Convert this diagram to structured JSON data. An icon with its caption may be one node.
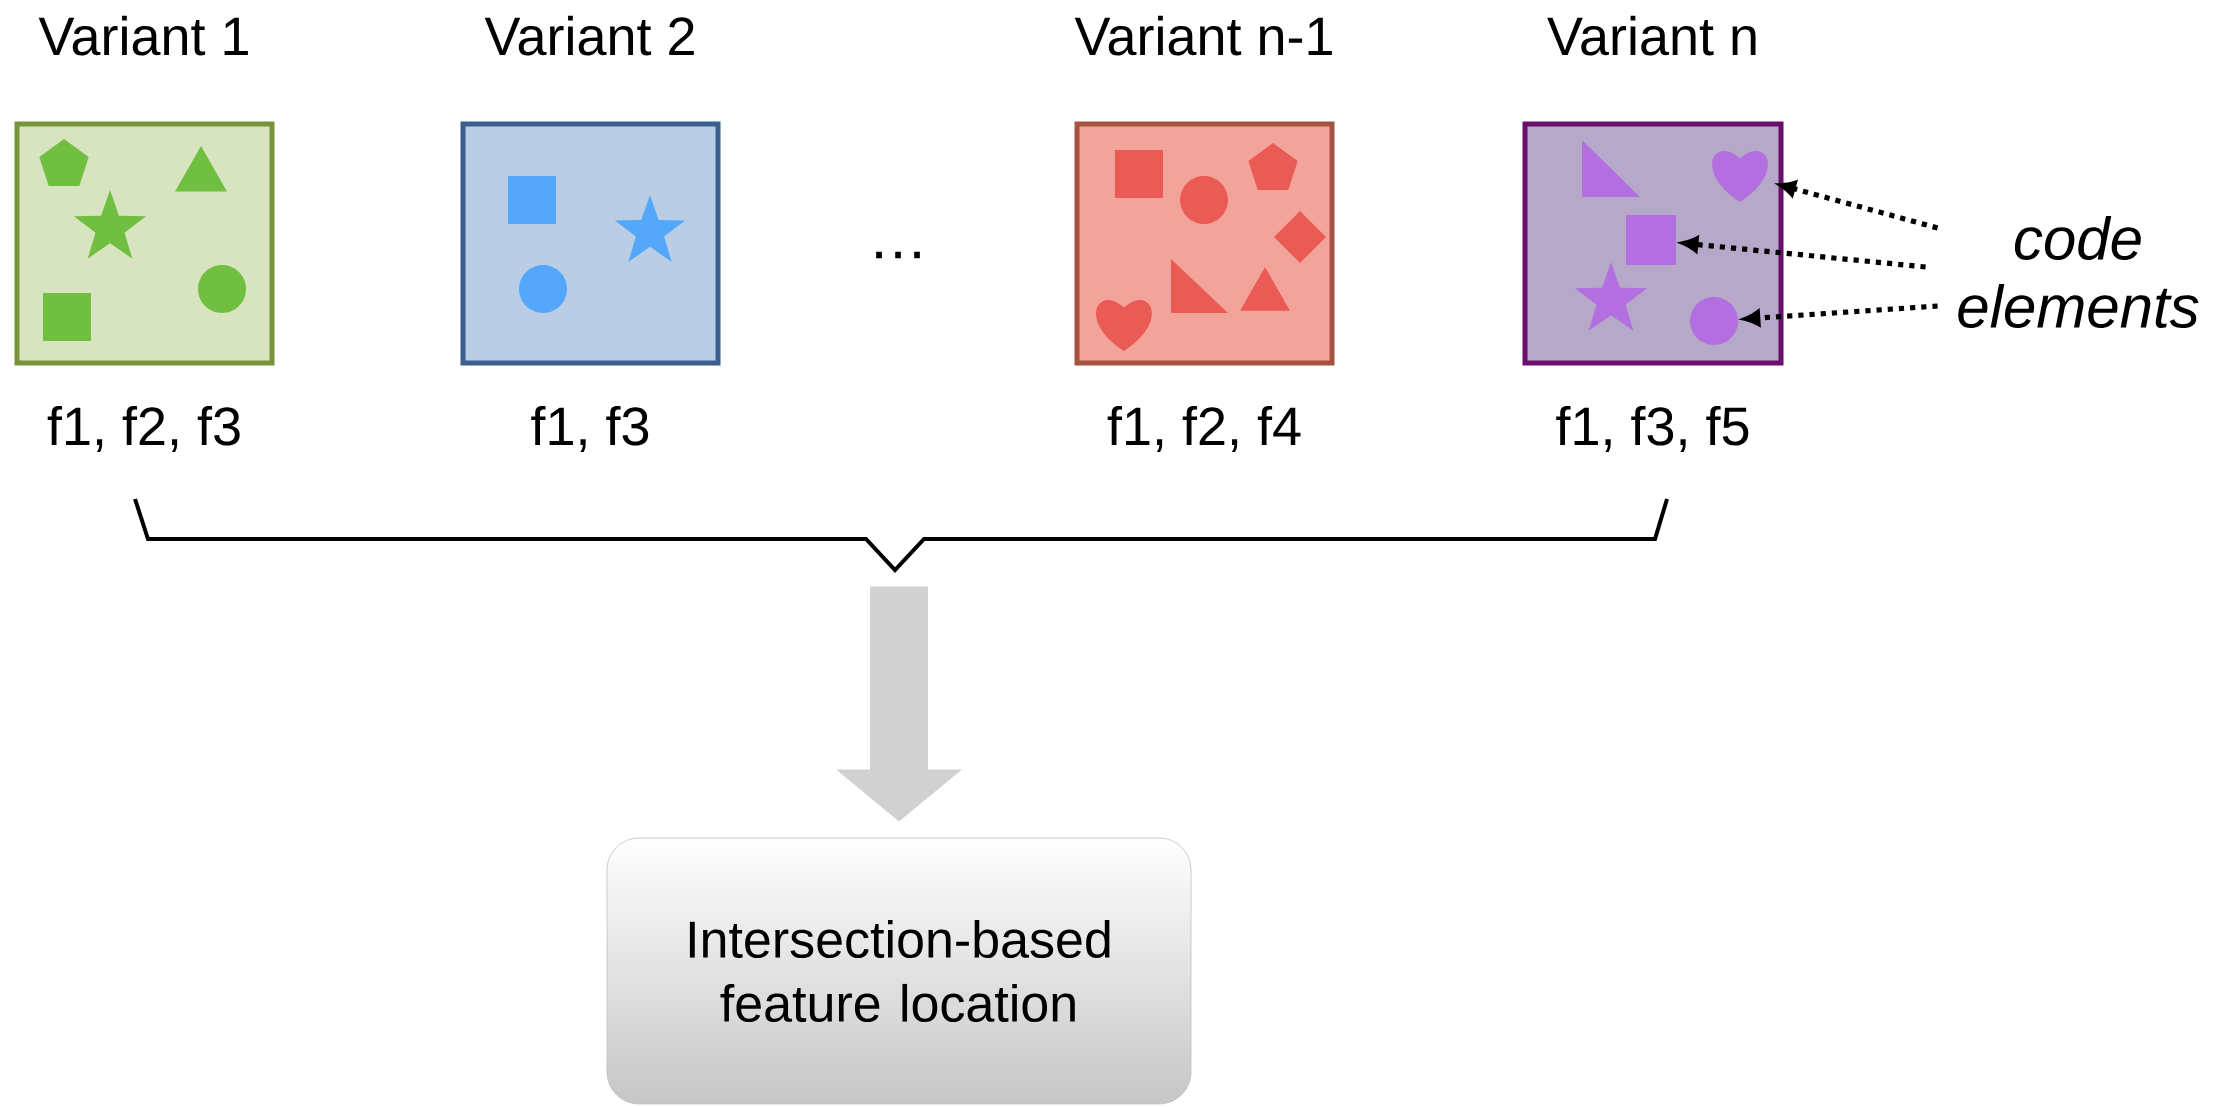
{
  "diagram": {
    "nodes": [
      {
        "text": [
          "Variant 1"
        ],
        "beside": [
          "f1, f2, f3"
        ]
      },
      {
        "text": [
          "Variant 2"
        ],
        "beside": [
          "f1, f3"
        ]
      },
      {
        "text": [
          "Variant n-1"
        ],
        "beside": [
          "f1, f2, f4"
        ]
      },
      {
        "text": [
          "Variant n"
        ],
        "beside": [
          "f1, f3, f5"
        ]
      },
      {
        "text": [
          "code elements"
        ]
      },
      {
        "text": [],
        "shape": "triangle",
        "in": 3
      },
      {
        "text": [],
        "shape": "heart",
        "in": 3
      },
      {
        "text": [],
        "shape": "box",
        "in": 3
      },
      {
        "text": [],
        "shape": "star",
        "in": 3
      },
      {
        "text": [],
        "shape": "circle",
        "in": 3
      },
      {
        "text": [
          "Intersection-based feature location"
        ]
      }
    ],
    "edges": [
      {
        "from": 4,
        "to": 6,
        "arrow": "to",
        "style": "dashed"
      },
      {
        "from": 4,
        "to": 7,
        "arrow": "to",
        "style": "dashed"
      },
      {
        "from": 4,
        "to": 9,
        "arrow": "to",
        "style": "dashed"
      },
      {
        "from": null,
        "to": 10,
        "arrow": "to",
        "style": "thick"
      }
    ],
    "labels": [
      "…"
    ]
  }
}
